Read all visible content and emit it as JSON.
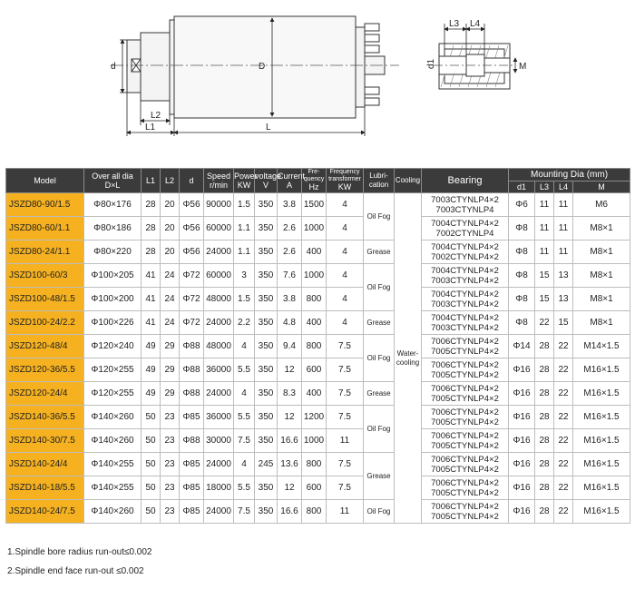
{
  "drawing": {
    "labels": {
      "d": "d",
      "D": "D",
      "L": "L",
      "L1": "L1",
      "L2": "L2",
      "L3": "L3",
      "L4": "L4",
      "d1": "d1",
      "M": "M"
    }
  },
  "table": {
    "headers": {
      "model": "Model",
      "overall": [
        "Over all dia",
        "D×L"
      ],
      "L1": "L1",
      "L2": "L2",
      "d": "d",
      "speed": [
        "Speed",
        "r/min"
      ],
      "power": [
        "Power",
        "KW"
      ],
      "voltage": [
        "voltage",
        "V"
      ],
      "current": [
        "Current",
        "A"
      ],
      "freq": [
        "Fre-",
        "quency",
        "Hz"
      ],
      "transformer": [
        "Frequency",
        "transformer",
        "KW"
      ],
      "lubrication": [
        "Lubri-",
        "cation"
      ],
      "cooling": "Cooling",
      "bearing": "Bearing",
      "mounting": "Mounting Dia (mm)",
      "mount_cols": [
        "d1",
        "L3",
        "L4",
        "M"
      ]
    },
    "lube_groups": [
      "Oil Fog",
      "Grease",
      "Oil Fog",
      "Grease",
      "Oil Fog",
      "Grease",
      "Oil Fog",
      "Grease",
      "Oil Fog"
    ],
    "cooling": [
      "Water-",
      "cooling"
    ],
    "rows": [
      {
        "model": "JSZD80-90/1.5",
        "dl": "Φ80×176",
        "L1": "28",
        "L2": "20",
        "d": "Φ56",
        "speed": "90000",
        "power": "1.5",
        "volt": "350",
        "current": "3.8",
        "freq": "1500",
        "trans": "4",
        "bearing": [
          "7003CTYNLP4×2",
          "7003CTYNLP4"
        ],
        "d1": "Φ6",
        "L3": "11",
        "L4": "11",
        "M": "M6"
      },
      {
        "model": "JSZD80-60/1.1",
        "dl": "Φ80×186",
        "L1": "28",
        "L2": "20",
        "d": "Φ56",
        "speed": "60000",
        "power": "1.1",
        "volt": "350",
        "current": "2.6",
        "freq": "1000",
        "trans": "4",
        "bearing": [
          "7004CTYNLP4×2",
          "7002CTYNLP4"
        ],
        "d1": "Φ8",
        "L3": "11",
        "L4": "11",
        "M": "M8×1"
      },
      {
        "model": "JSZD80-24/1.1",
        "dl": "Φ80×220",
        "L1": "28",
        "L2": "20",
        "d": "Φ56",
        "speed": "24000",
        "power": "1.1",
        "volt": "350",
        "current": "2.6",
        "freq": "400",
        "trans": "4",
        "bearing": [
          "7004CTYNLP4×2",
          "7002CTYNLP4×2"
        ],
        "d1": "Φ8",
        "L3": "11",
        "L4": "11",
        "M": "M8×1"
      },
      {
        "model": "JSZD100-60/3",
        "dl": "Φ100×205",
        "L1": "41",
        "L2": "24",
        "d": "Φ72",
        "speed": "60000",
        "power": "3",
        "volt": "350",
        "current": "7.6",
        "freq": "1000",
        "trans": "4",
        "bearing": [
          "7004CTYNLP4×2",
          "7003CTYNLP4×2"
        ],
        "d1": "Φ8",
        "L3": "15",
        "L4": "13",
        "M": "M8×1"
      },
      {
        "model": "JSZD100-48/1.5",
        "dl": "Φ100×200",
        "L1": "41",
        "L2": "24",
        "d": "Φ72",
        "speed": "48000",
        "power": "1.5",
        "volt": "350",
        "current": "3.8",
        "freq": "800",
        "trans": "4",
        "bearing": [
          "7004CTYNLP4×2",
          "7003CTYNLP4×2"
        ],
        "d1": "Φ8",
        "L3": "15",
        "L4": "13",
        "M": "M8×1"
      },
      {
        "model": "JSZD100-24/2.2",
        "dl": "Φ100×226",
        "L1": "41",
        "L2": "24",
        "d": "Φ72",
        "speed": "24000",
        "power": "2.2",
        "volt": "350",
        "current": "4.8",
        "freq": "400",
        "trans": "4",
        "bearing": [
          "7004CTYNLP4×2",
          "7003CTYNLP4×2"
        ],
        "d1": "Φ8",
        "L3": "22",
        "L4": "15",
        "M": "M8×1"
      },
      {
        "model": "JSZD120-48/4",
        "dl": "Φ120×240",
        "L1": "49",
        "L2": "29",
        "d": "Φ88",
        "speed": "48000",
        "power": "4",
        "volt": "350",
        "current": "9.4",
        "freq": "800",
        "trans": "7.5",
        "bearing": [
          "7006CTYNLP4×2",
          "7005CTYNLP4×2"
        ],
        "d1": "Φ14",
        "L3": "28",
        "L4": "22",
        "M": "M14×1.5"
      },
      {
        "model": "JSZD120-36/5.5",
        "dl": "Φ120×255",
        "L1": "49",
        "L2": "29",
        "d": "Φ88",
        "speed": "36000",
        "power": "5.5",
        "volt": "350",
        "current": "12",
        "freq": "600",
        "trans": "7.5",
        "bearing": [
          "7006CTYNLP4×2",
          "7005CTYNLP4×2"
        ],
        "d1": "Φ16",
        "L3": "28",
        "L4": "22",
        "M": "M16×1.5"
      },
      {
        "model": "JSZD120-24/4",
        "dl": "Φ120×255",
        "L1": "49",
        "L2": "29",
        "d": "Φ88",
        "speed": "24000",
        "power": "4",
        "volt": "350",
        "current": "8.3",
        "freq": "400",
        "trans": "7.5",
        "bearing": [
          "7006CTYNLP4×2",
          "7005CTYNLP4×2"
        ],
        "d1": "Φ16",
        "L3": "28",
        "L4": "22",
        "M": "M16×1.5"
      },
      {
        "model": "JSZD140-36/5.5",
        "dl": "Φ140×260",
        "L1": "50",
        "L2": "23",
        "d": "Φ85",
        "speed": "36000",
        "power": "5.5",
        "volt": "350",
        "current": "12",
        "freq": "1200",
        "trans": "7.5",
        "bearing": [
          "7006CTYNLP4×2",
          "7005CTYNLP4×2"
        ],
        "d1": "Φ16",
        "L3": "28",
        "L4": "22",
        "M": "M16×1.5"
      },
      {
        "model": "JSZD140-30/7.5",
        "dl": "Φ140×260",
        "L1": "50",
        "L2": "23",
        "d": "Φ88",
        "speed": "30000",
        "power": "7.5",
        "volt": "350",
        "current": "16.6",
        "freq": "1000",
        "trans": "11",
        "bearing": [
          "7006CTYNLP4×2",
          "7005CTYNLP4×2"
        ],
        "d1": "Φ16",
        "L3": "28",
        "L4": "22",
        "M": "M16×1.5"
      },
      {
        "model": "JSZD140-24/4",
        "dl": "Φ140×255",
        "L1": "50",
        "L2": "23",
        "d": "Φ85",
        "speed": "24000",
        "power": "4",
        "volt": "245",
        "current": "13.6",
        "freq": "800",
        "trans": "7.5",
        "bearing": [
          "7006CTYNLP4×2",
          "7005CTYNLP4×2"
        ],
        "d1": "Φ16",
        "L3": "28",
        "L4": "22",
        "M": "M16×1.5"
      },
      {
        "model": "JSZD140-18/5.5",
        "dl": "Φ140×255",
        "L1": "50",
        "L2": "23",
        "d": "Φ85",
        "speed": "18000",
        "power": "5.5",
        "volt": "350",
        "current": "12",
        "freq": "600",
        "trans": "7.5",
        "bearing": [
          "7006CTYNLP4×2",
          "7005CTYNLP4×2"
        ],
        "d1": "Φ16",
        "L3": "28",
        "L4": "22",
        "M": "M16×1.5"
      },
      {
        "model": "JSZD140-24/7.5",
        "dl": "Φ140×260",
        "L1": "50",
        "L2": "23",
        "d": "Φ85",
        "speed": "24000",
        "power": "7.5",
        "volt": "350",
        "current": "16.6",
        "freq": "800",
        "trans": "11",
        "bearing": [
          "7006CTYNLP4×2",
          "7005CTYNLP4×2"
        ],
        "d1": "Φ16",
        "L3": "28",
        "L4": "22",
        "M": "M16×1.5"
      }
    ]
  },
  "notes": [
    "1.Spindle bore radius run-out≤0.002",
    "2.Spindle end face run-out ≤0.002"
  ],
  "colors": {
    "header_bg": "#3b3b3b",
    "model_cell": "#f5b120"
  }
}
